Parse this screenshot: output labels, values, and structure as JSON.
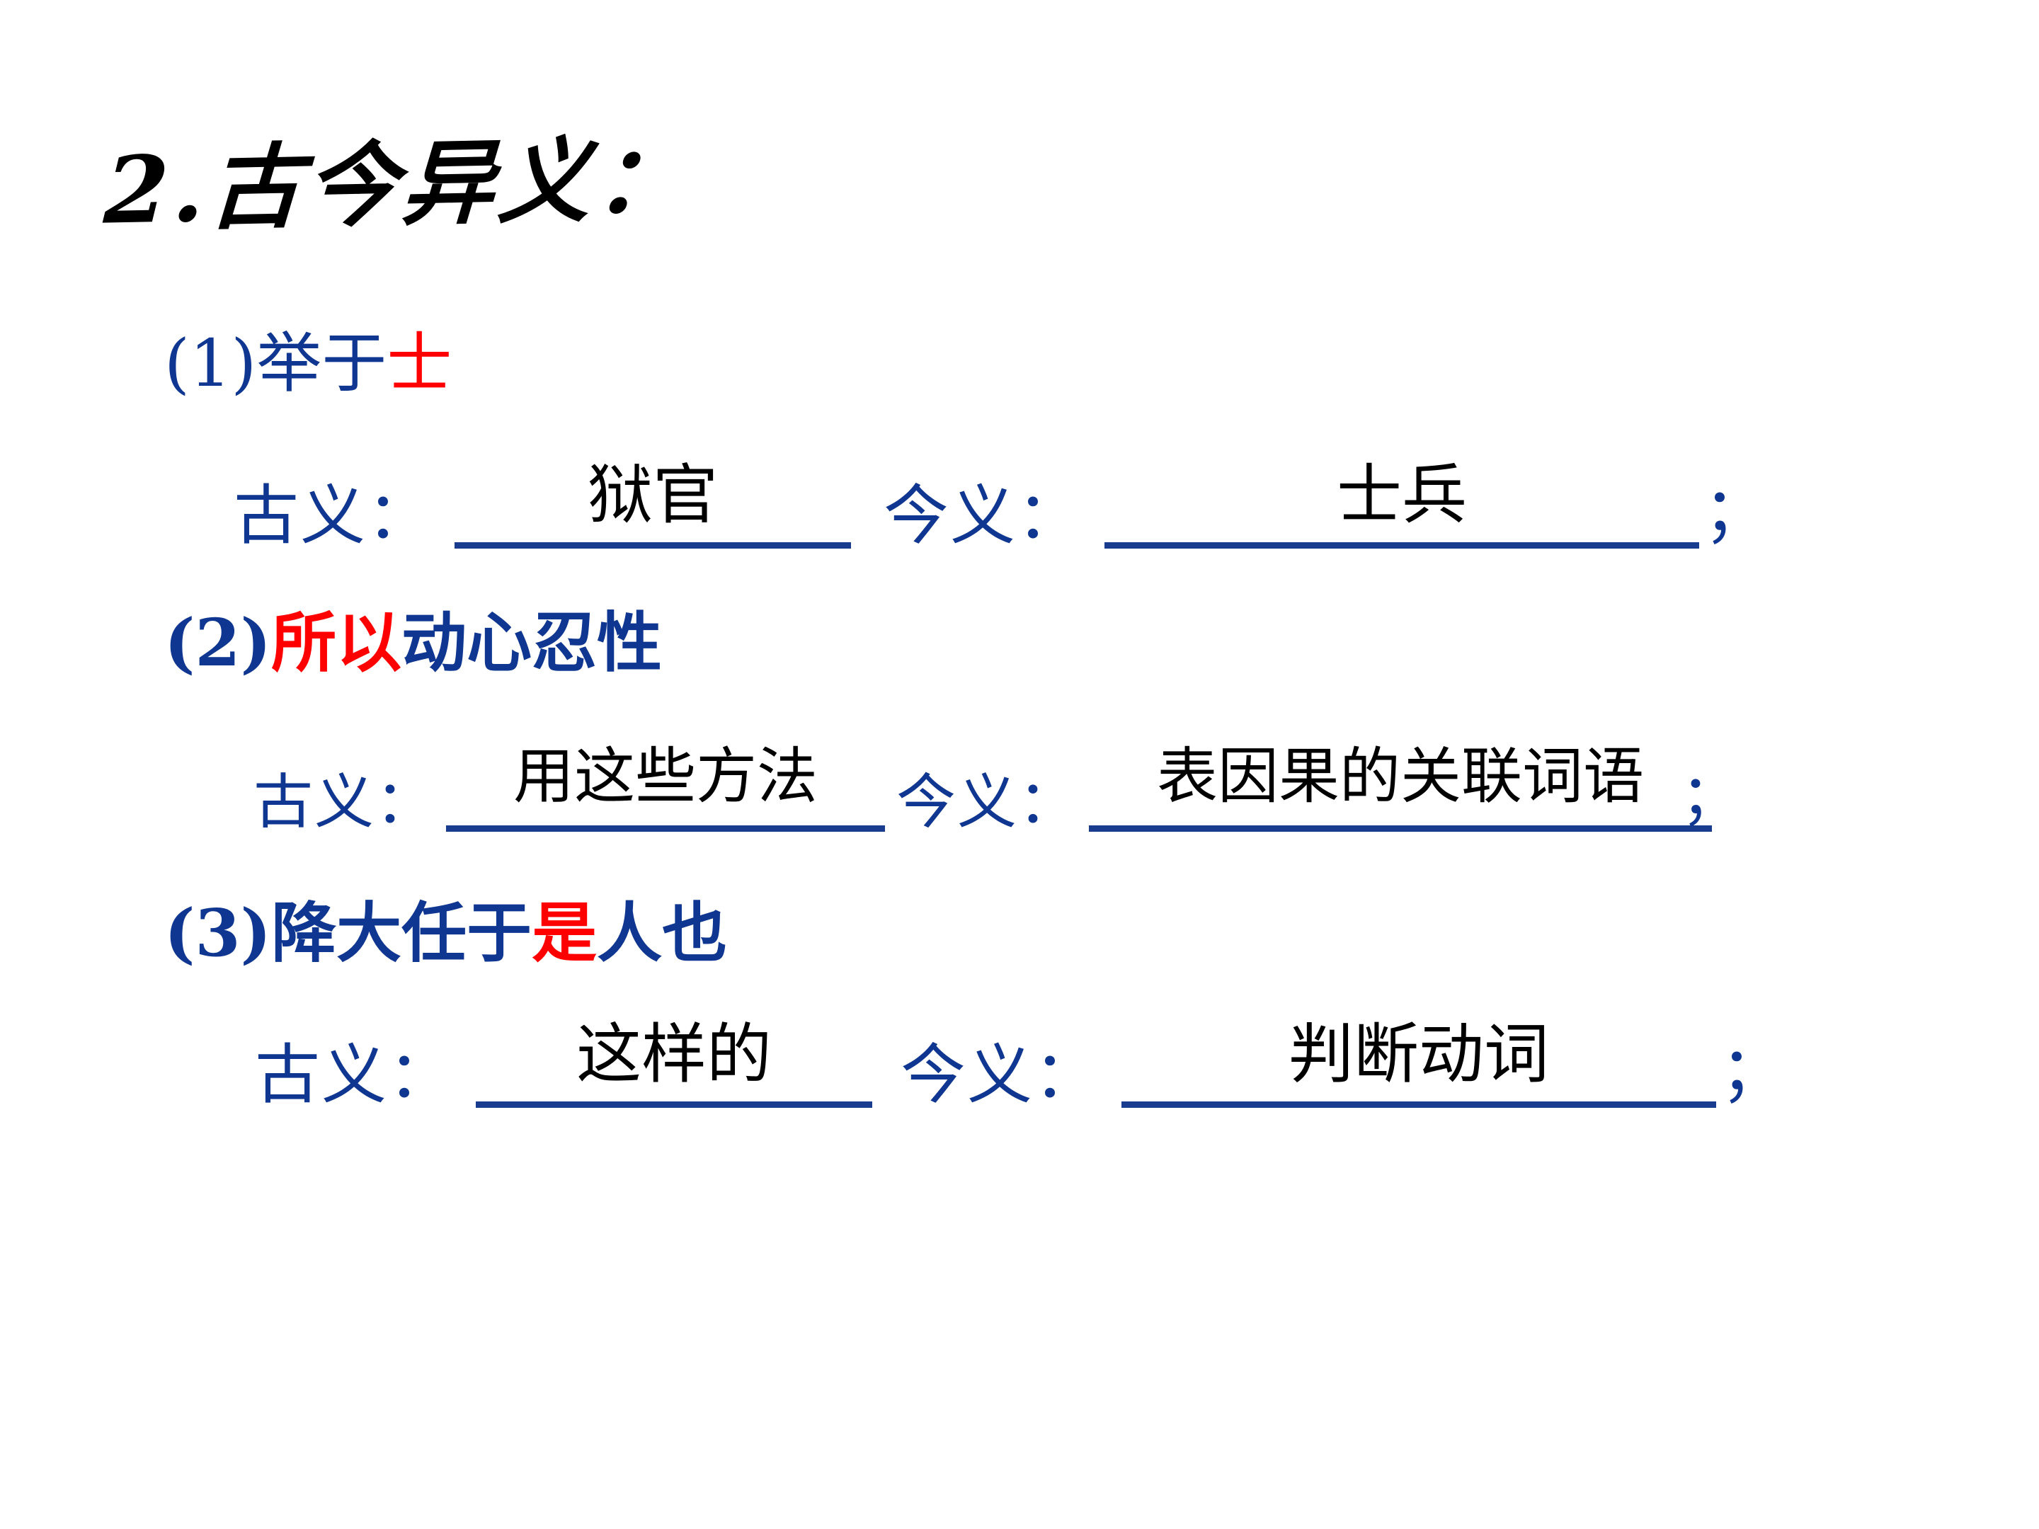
{
  "slide": {
    "background_color": "#FFFFFF",
    "title": "2.古今异义：",
    "colors": {
      "blue": "#0F3690",
      "red": "#FF0000",
      "black": "#000000",
      "underline": "#1A3C8F"
    }
  },
  "labels": {
    "old_meaning": "古义：",
    "new_meaning": "今义：",
    "semicolon": "；"
  },
  "items": [
    {
      "number": "(1)",
      "phrase_before": "举于",
      "phrase_highlight": "士",
      "phrase_after": "",
      "old_meaning_answer": "狱官",
      "new_meaning_answer": "士兵"
    },
    {
      "number": "(2)",
      "phrase_before": "",
      "phrase_highlight": "所以",
      "phrase_after": "动心忍性",
      "old_meaning_answer": "用这些方法",
      "new_meaning_answer": "表因果的关联词语"
    },
    {
      "number": "(3)",
      "phrase_before": "降大任于",
      "phrase_highlight": "是",
      "phrase_after": "人也",
      "old_meaning_answer": "这样的",
      "new_meaning_answer": "判断动词"
    }
  ]
}
